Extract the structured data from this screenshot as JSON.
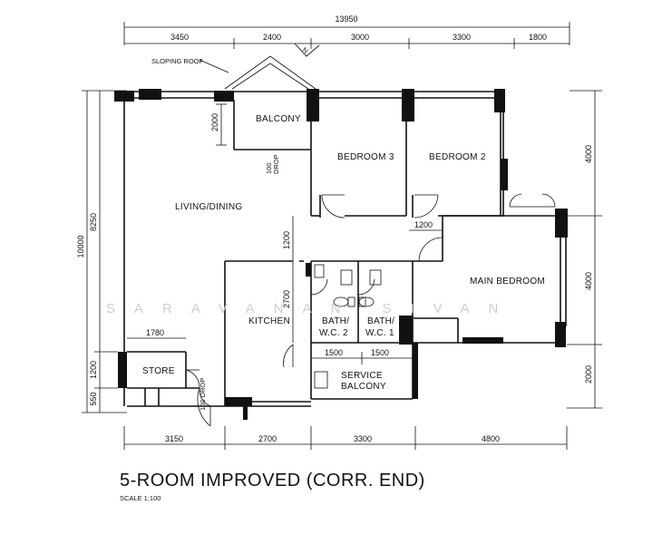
{
  "plan": {
    "overall_width": "13950",
    "top_dims": [
      "3450",
      "2400",
      "3000",
      "3300",
      "1800"
    ],
    "bottom_dims": [
      "3150",
      "2700",
      "3300",
      "4800"
    ],
    "left_dims": {
      "overall": "10000",
      "main": "8250",
      "store": "1200",
      "low": "550"
    },
    "right_dims": [
      "4000",
      "4000",
      "2000"
    ],
    "inner_dims": {
      "balcony_depth": "2000",
      "hall_width": "1200",
      "bedroom_gap": "1200",
      "bath_depth": "2700",
      "store_width": "1780",
      "bath2_width": "1500",
      "bath1_width": "1500"
    },
    "rooms": {
      "sloping_roof": "SLOPING ROOF",
      "balcony": "BALCONY",
      "bedroom3": "BEDROOM 3",
      "bedroom2": "BEDROOM 2",
      "living_dining": "LIVING/DINING",
      "main_bedroom": "MAIN BEDROOM",
      "kitchen": "KITCHEN",
      "bath2_line1": "BATH/",
      "bath2_line2": "W.C. 2",
      "bath1_line1": "BATH/",
      "bath1_line2": "W.C. 1",
      "store": "STORE",
      "service_line1": "SERVICE",
      "service_line2": "BALCONY"
    },
    "drop_labels": {
      "balcony_line1": "100",
      "balcony_line2": "DROP",
      "entrance": "100 DROP"
    },
    "north_label": "N"
  },
  "watermark": "SARAVANAN SIVAN",
  "title": "5-ROOM IMPROVED (CORR. END)",
  "scale": "SCALE  1:100"
}
